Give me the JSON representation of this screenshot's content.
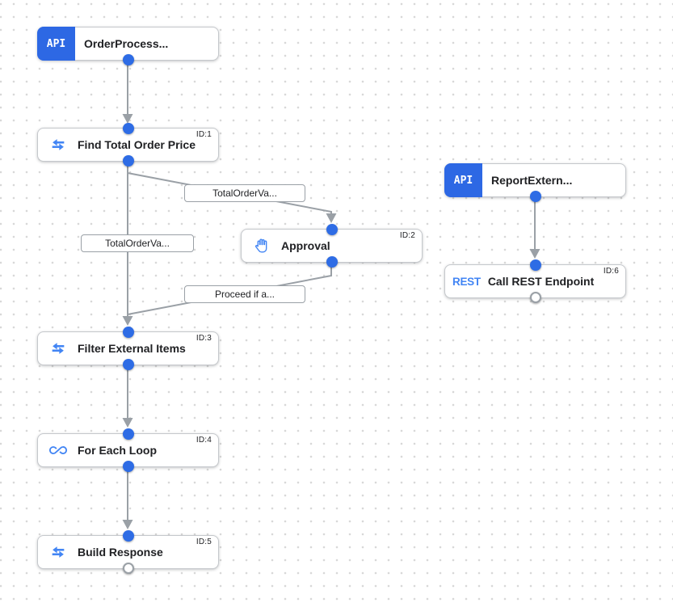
{
  "app": {
    "view": "integration-designer-canvas"
  },
  "colors": {
    "accent_blue": "#2d68e4",
    "icon_blue": "#4285f4",
    "edge_gray": "#9aa0a6",
    "node_text": "#202124",
    "grid_dot": "#d8d8d8"
  },
  "nodes": [
    {
      "label": "OrderProcess...",
      "badge": "API",
      "type": "api-trigger"
    },
    {
      "label": "Find Total Order Price",
      "id_label": "ID:1",
      "icon": "data-mapping"
    },
    {
      "label": "ReportExtern...",
      "badge": "API",
      "type": "api-trigger"
    },
    {
      "label": "Approval",
      "id_label": "ID:2",
      "icon": "pan-tool"
    },
    {
      "label": "Call REST Endpoint",
      "id_label": "ID:6",
      "icon": "rest",
      "icon_text": "REST"
    },
    {
      "label": "Filter External Items",
      "id_label": "ID:3",
      "icon": "data-mapping"
    },
    {
      "label": "For Each Loop",
      "id_label": "ID:4",
      "icon": "infinity"
    },
    {
      "label": "Build Response",
      "id_label": "ID:5",
      "icon": "data-mapping"
    }
  ],
  "edge_labels": [
    {
      "text": "TotalOrderVa..."
    },
    {
      "text": "TotalOrderVa..."
    },
    {
      "text": "Proceed if a..."
    }
  ],
  "edges": [
    {
      "from": "OrderProcess...",
      "to": "Find Total Order Price",
      "label": ""
    },
    {
      "from": "Find Total Order Price",
      "to": "Approval",
      "label": "TotalOrderVa..."
    },
    {
      "from": "Find Total Order Price",
      "to": "Filter External Items",
      "label": "TotalOrderVa..."
    },
    {
      "from": "Approval",
      "to": "Filter External Items",
      "label": "Proceed if a..."
    },
    {
      "from": "ReportExtern...",
      "to": "Call REST Endpoint",
      "label": ""
    },
    {
      "from": "Filter External Items",
      "to": "For Each Loop",
      "label": ""
    },
    {
      "from": "For Each Loop",
      "to": "Build Response",
      "label": ""
    }
  ]
}
